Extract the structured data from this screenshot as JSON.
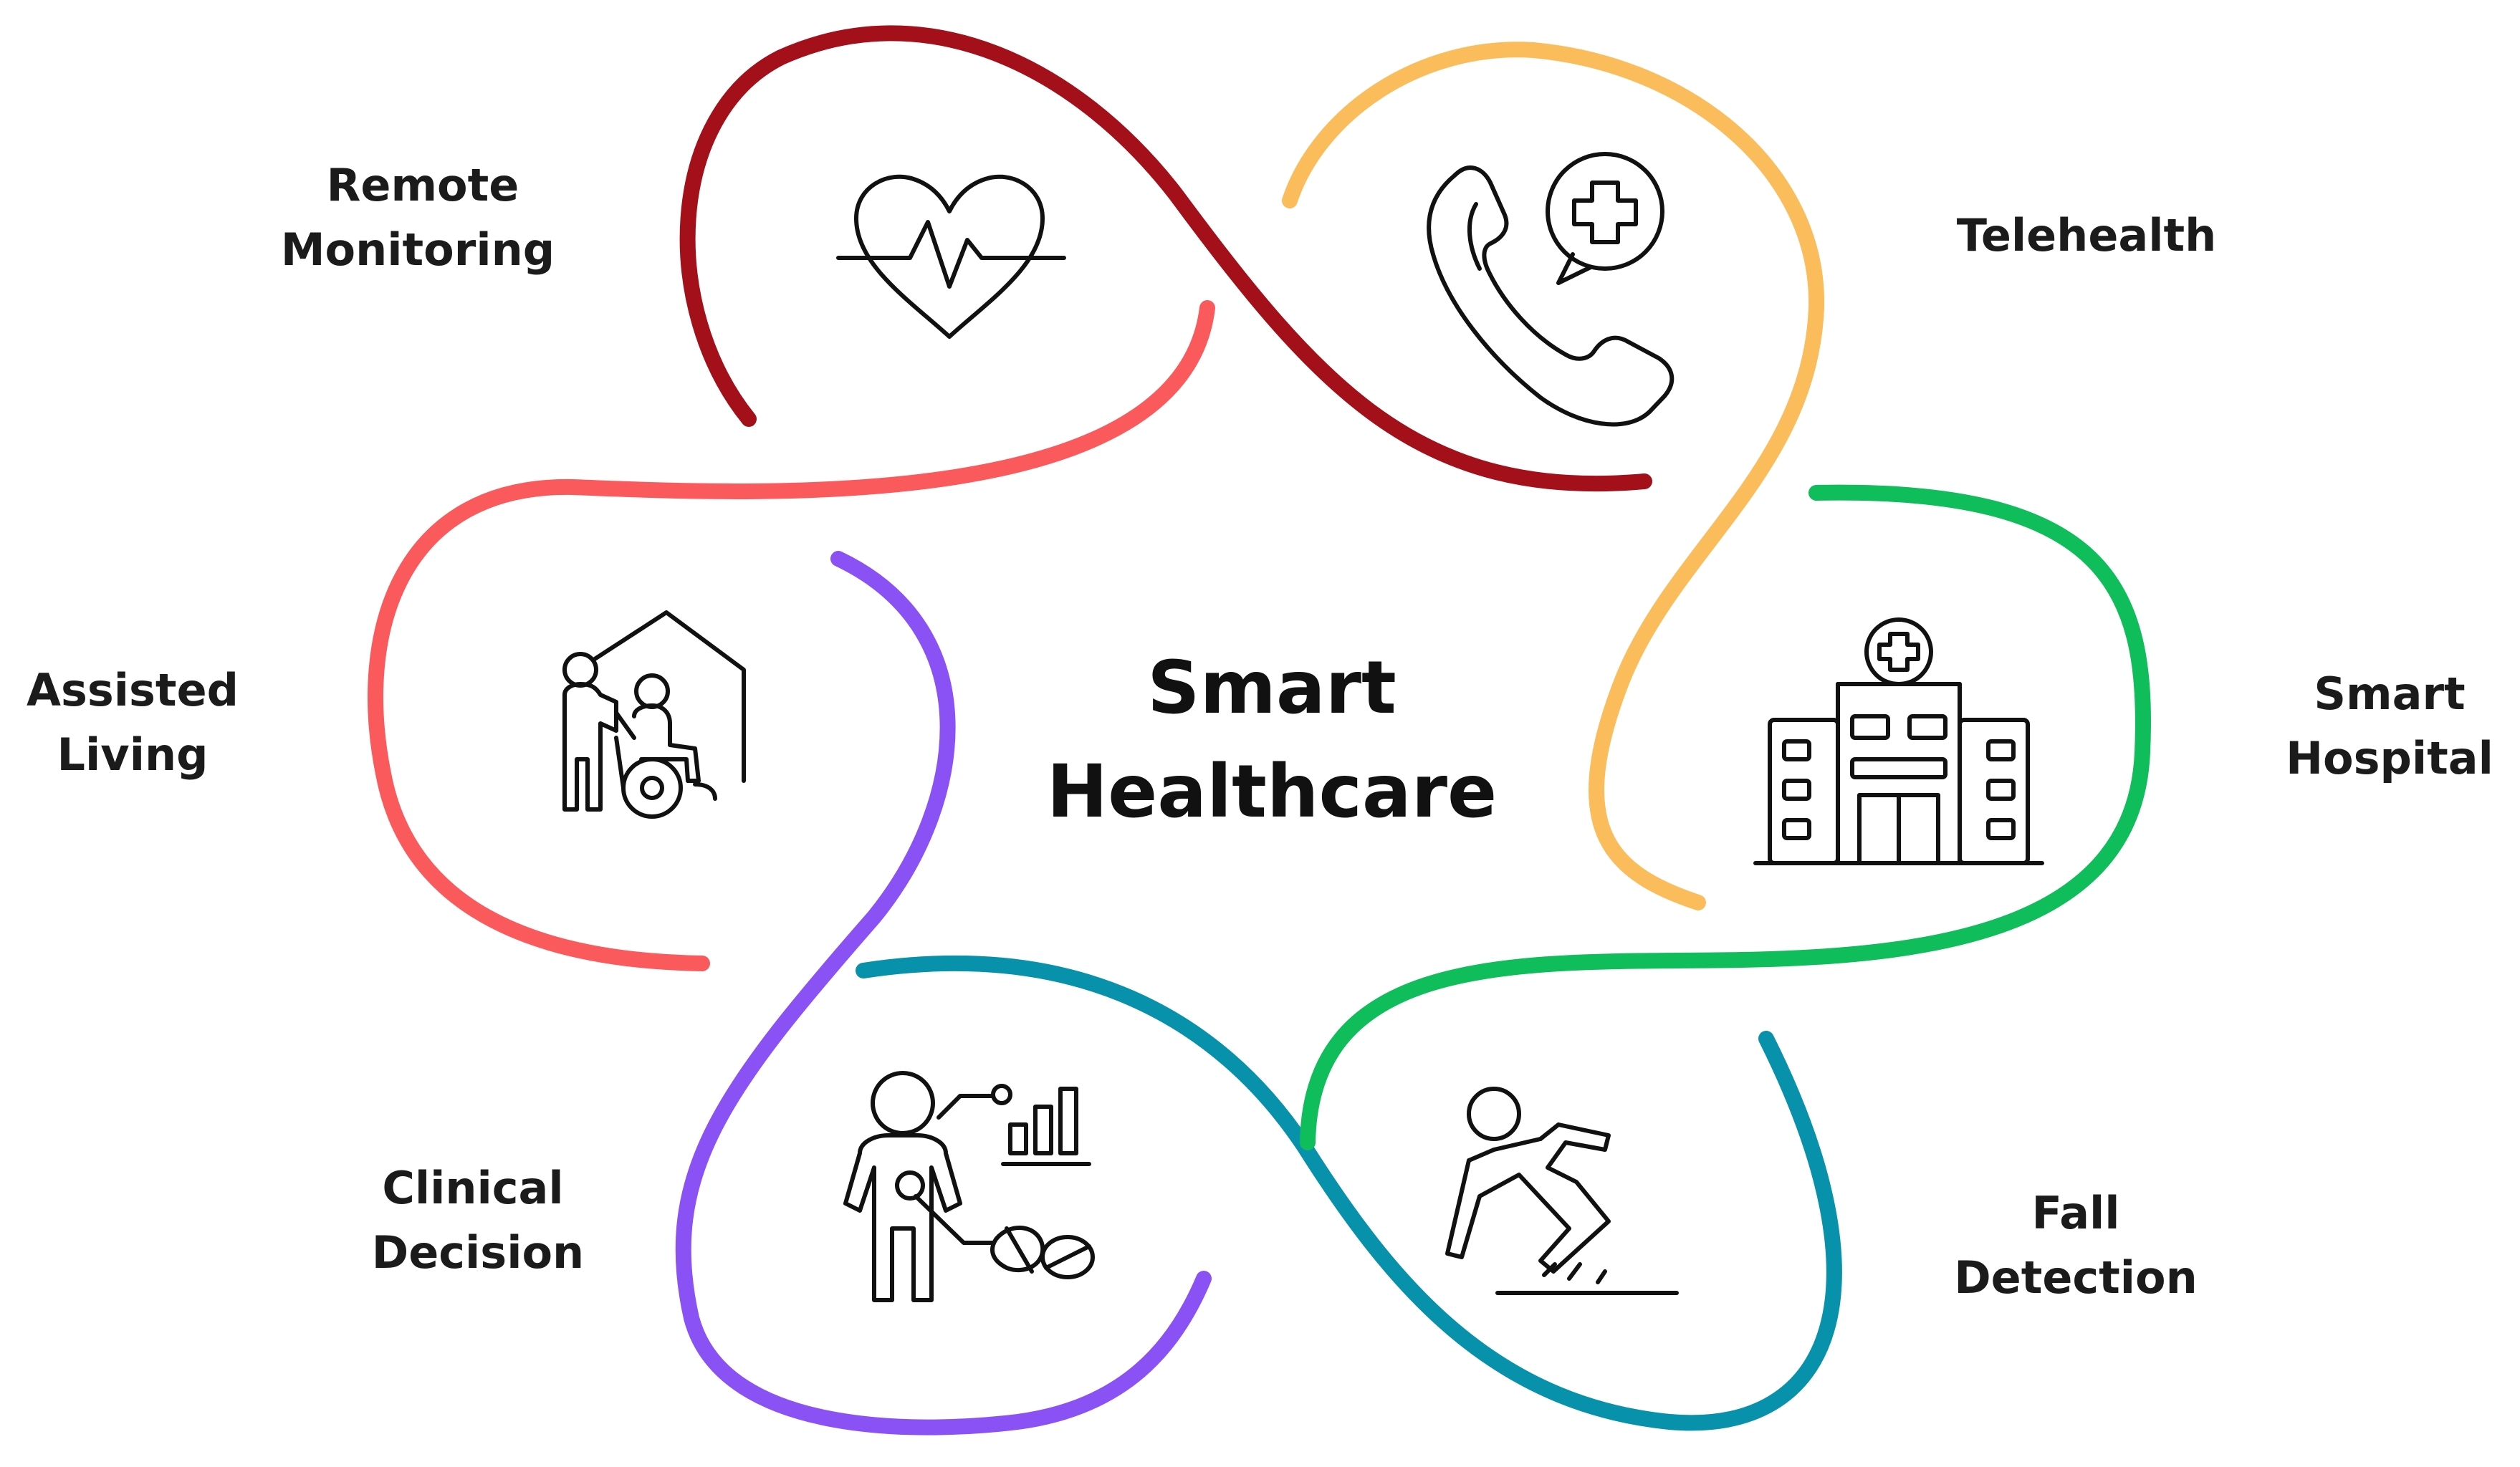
{
  "center": {
    "line1": "Smart",
    "line2": "Healthcare"
  },
  "segments": [
    {
      "id": "remote-monitoring",
      "line1": "Remote",
      "line2": "Monitoring",
      "color": "#a3101a",
      "icon": "heart-pulse-icon"
    },
    {
      "id": "telehealth",
      "line1": "Telehealth",
      "line2": "",
      "color": "#fbbd5b",
      "icon": "phone-medical-icon"
    },
    {
      "id": "smart-hospital",
      "line1": "Smart",
      "line2": "Hospital",
      "color": "#0fbd5a",
      "icon": "hospital-icon"
    },
    {
      "id": "fall-detection",
      "line1": "Fall",
      "line2": "Detection",
      "color": "#0891aa",
      "icon": "falling-person-icon"
    },
    {
      "id": "clinical-decision",
      "line1": "Clinical",
      "line2": "Decision",
      "color": "#8a52f5",
      "icon": "clinician-chart-pills-icon"
    },
    {
      "id": "assisted-living",
      "line1": "Assisted",
      "line2": "Living",
      "color": "#fb5a5c",
      "icon": "caregiver-wheelchair-icon"
    }
  ]
}
